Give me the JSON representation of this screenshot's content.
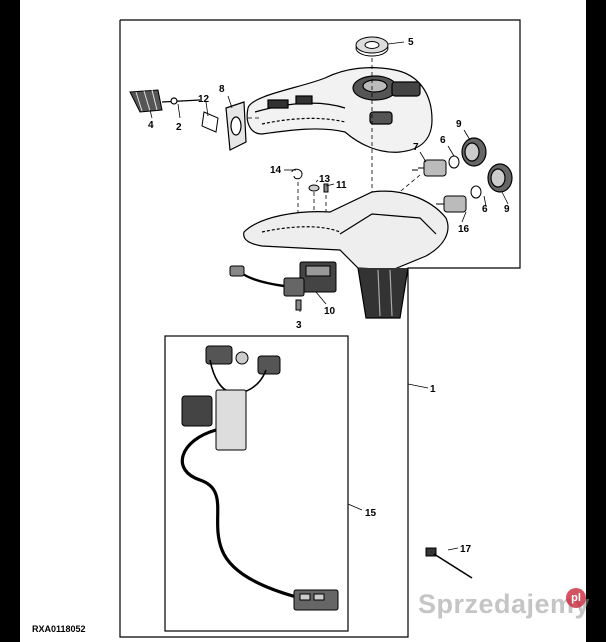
{
  "diagram": {
    "reference_code": "RXA0118052",
    "callouts": {
      "c1": "1",
      "c2": "2",
      "c3": "3",
      "c4": "4",
      "c5": "5",
      "c6a": "6",
      "c6b": "6",
      "c7": "7",
      "c8": "8",
      "c9a": "9",
      "c9b": "9",
      "c10": "10",
      "c11": "11",
      "c12": "12",
      "c13": "13",
      "c14": "14",
      "c15": "15",
      "c16": "16",
      "c17": "17"
    }
  },
  "watermark": {
    "text": "Sprzedajemy",
    "badge": "pl"
  }
}
